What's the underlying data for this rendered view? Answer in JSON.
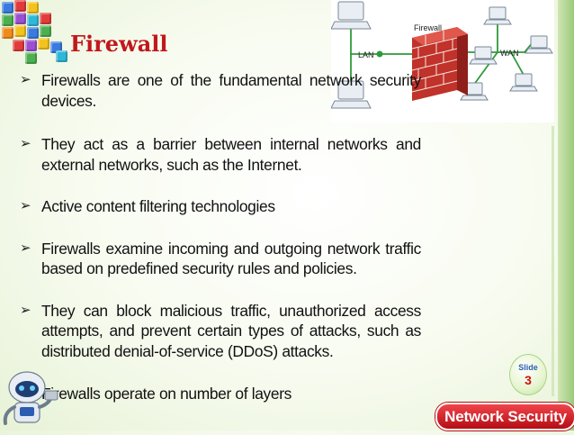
{
  "slide": {
    "title": "Firewall",
    "bullets": [
      {
        "text": "Firewalls are one of the fundamental network security devices."
      },
      {
        "text": "They act as a barrier between internal networks and external networks, such as the Internet."
      },
      {
        "text": "Active content filtering technologies"
      },
      {
        "text": "Firewalls examine incoming and outgoing network traffic based on predefined security rules and policies."
      },
      {
        "text": "They can block malicious traffic, unauthorized access attempts, and prevent certain types of attacks, such as distributed denial-of-service (DDoS) attacks."
      },
      {
        "text": "Firewalls operate on number of layers"
      }
    ],
    "slide_badge_label": "Slide",
    "slide_number": "3",
    "footer_badge": "Network Security"
  },
  "diagram": {
    "firewall_label": "Firewall",
    "lan_label": "LAN",
    "wan_label": "WAN"
  },
  "colors": {
    "title": "#c0181c",
    "accent_green": "#9bc97a",
    "badge_red": "#c8141b"
  }
}
